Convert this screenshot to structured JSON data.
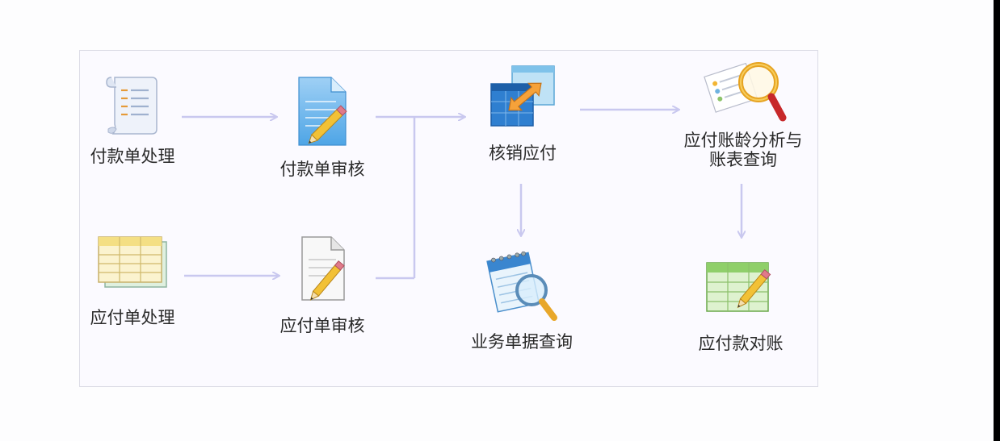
{
  "diagram": {
    "nodes": {
      "payment_process": {
        "label": "付款单处理",
        "icon": "scroll-document-icon"
      },
      "payment_review": {
        "label": "付款单审核",
        "icon": "blue-document-pencil-icon"
      },
      "writeoff": {
        "label": "核销应付",
        "icon": "exchange-windows-icon"
      },
      "aging_analysis": {
        "label_line1": "应付账龄分析与",
        "label_line2": "账表查询",
        "icon": "magnifier-report-icon"
      },
      "payable_process": {
        "label": "应付单处理",
        "icon": "table-sheet-icon"
      },
      "payable_review": {
        "label": "应付单审核",
        "icon": "gray-document-pencil-icon"
      },
      "business_query": {
        "label": "业务单据查询",
        "icon": "notebook-magnifier-icon"
      },
      "reconciliation": {
        "label": "应付款对账",
        "icon": "green-sheet-pencil-icon"
      }
    },
    "colors": {
      "arrow": "#c9c8ef",
      "panel_border": "#dcdce6"
    }
  }
}
